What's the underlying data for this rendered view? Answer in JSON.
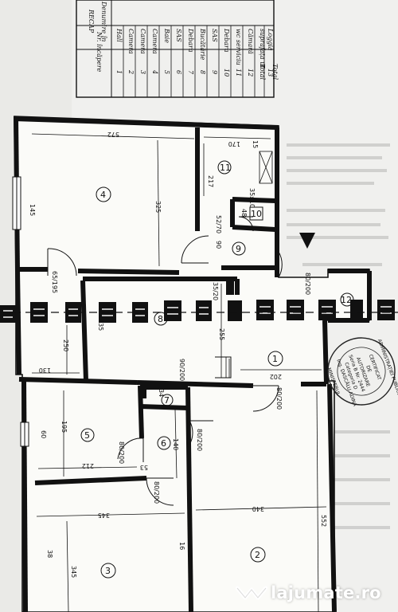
{
  "table": {
    "title": "RECAP",
    "col_nr": "Nr. încăpere",
    "col_name": "Denumire în",
    "rows": [
      {
        "nr": "1",
        "name": "Hall"
      },
      {
        "nr": "2",
        "name": "Camera"
      },
      {
        "nr": "3",
        "name": "Camera"
      },
      {
        "nr": "4",
        "name": "Camera"
      },
      {
        "nr": "5",
        "name": "Baie"
      },
      {
        "nr": "6",
        "name": "SAS"
      },
      {
        "nr": "7",
        "name": "Debara"
      },
      {
        "nr": "8",
        "name": "Bucătărie"
      },
      {
        "nr": "9",
        "name": "SAS"
      },
      {
        "nr": "10",
        "name": "Debara"
      },
      {
        "nr": "11",
        "name": "wc serviciu"
      },
      {
        "nr": "12",
        "name": "Cămară"
      },
      {
        "nr": "Total",
        "name": "suprafața ut"
      },
      {
        "nr": "13",
        "name": "Loggia"
      },
      {
        "nr": "Total",
        "name": ""
      }
    ]
  },
  "rooms": {
    "r1": "1",
    "r2": "2",
    "r3": "3",
    "r4": "4",
    "r5": "5",
    "r6": "6",
    "r7": "7",
    "r8": "8",
    "r9": "9",
    "r10": "10",
    "r11": "11",
    "r12": "12"
  },
  "dims": {
    "d572": "572",
    "d170": "170",
    "d15": "15",
    "d325": "325",
    "d217": "217",
    "d3510": "35x10",
    "d48": "48",
    "d52_70": "52/70",
    "d90": "90",
    "d145": "145",
    "d80_200a": "80/200",
    "d65_195": "65/195",
    "d435": "435",
    "d250": "250",
    "d255": "255",
    "d35_20": "35/20",
    "d130": "130",
    "d202": "202",
    "d80_200b": "80/200",
    "d34": "34",
    "d195": "195",
    "d212": "212",
    "d80_200c": "80/200",
    "d140": "140",
    "d80_200d": "80/200",
    "d53": "53",
    "d80_200e": "80/200",
    "d345a": "345",
    "d340": "340",
    "d552": "552",
    "d345b": "345",
    "d38": "38",
    "d16": "16",
    "d60": "60",
    "d90_200": "90/200"
  },
  "stamp": {
    "arc_top": "ADMINISTRAȚIEI PUBLICE",
    "arc_bottom": "MINISTERUL",
    "l1": "CERTIFICAT",
    "l2": "DE",
    "l3": "AUTORIZARE",
    "l4": "Seria B Nr. 2444",
    "l5": "Categoria D",
    "l6": "Ing. DASCĂLU ADINA"
  },
  "watermark": {
    "text": "lajumate.ro",
    "icon": "lajumate-logo-icon"
  }
}
